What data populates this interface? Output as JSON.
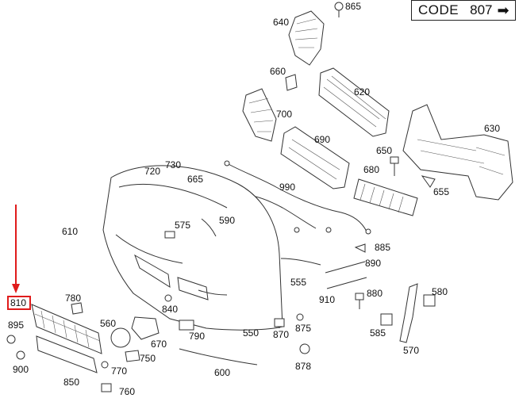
{
  "code_box": {
    "label": "CODE",
    "value": "807",
    "icon": "arrow-right-icon"
  },
  "highlight": {
    "part": "810",
    "color": "#e01b1b"
  },
  "parts": [
    "865",
    "640",
    "660",
    "620",
    "700",
    "630",
    "690",
    "650",
    "680",
    "655",
    "720",
    "730",
    "665",
    "990",
    "610",
    "575",
    "590",
    "885",
    "890",
    "555",
    "910",
    "880",
    "580",
    "780",
    "840",
    "560",
    "790",
    "550",
    "870",
    "875",
    "585",
    "570",
    "895",
    "810",
    "670",
    "750",
    "878",
    "900",
    "770",
    "600",
    "850",
    "760"
  ]
}
